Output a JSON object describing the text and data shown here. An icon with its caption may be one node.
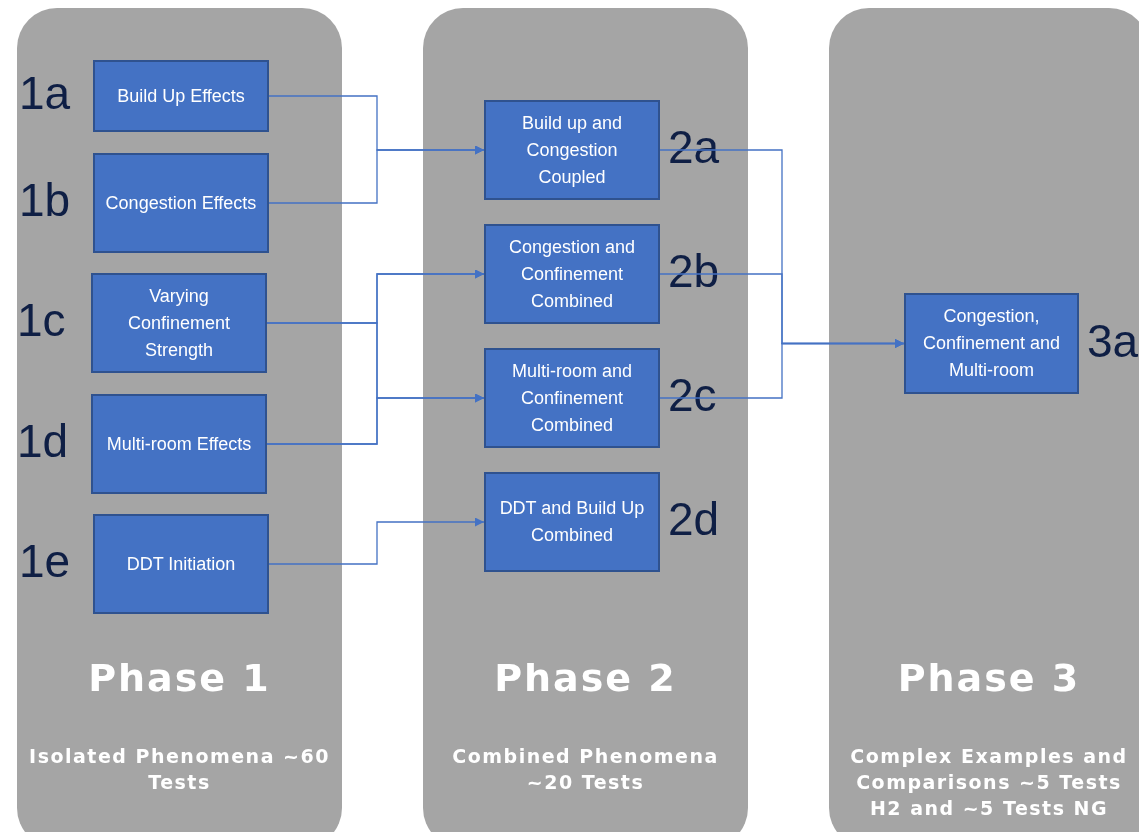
{
  "diagram": {
    "nodes": [
      {
        "text": [
          "Phase 1",
          "Isolated Phenomena ~60 Tests"
        ]
      },
      {
        "text": [
          "Build Up Effects"
        ],
        "in": 0,
        "beside": [
          "1a"
        ]
      },
      {
        "text": [
          "Congestion Effects"
        ],
        "in": 0,
        "beside": [
          "1b"
        ]
      },
      {
        "text": [
          "Varying Confinement Strength"
        ],
        "in": 0,
        "beside": [
          "1c"
        ]
      },
      {
        "text": [
          "Multi-room Effects"
        ],
        "in": 0,
        "beside": [
          "1d"
        ]
      },
      {
        "text": [
          "DDT Initiation"
        ],
        "in": 0,
        "beside": [
          "1e"
        ]
      },
      {
        "text": [
          "Phase 2",
          "Combined Phenomena ~20 Tests"
        ]
      },
      {
        "text": [
          "Build up and Congestion Coupled"
        ],
        "in": 6,
        "beside": [
          "2a"
        ]
      },
      {
        "text": [
          "Congestion and Confinement Combined"
        ],
        "in": 6,
        "beside": [
          "2b"
        ]
      },
      {
        "text": [
          "Multi-room and Confinement Combined"
        ],
        "in": 6,
        "beside": [
          "2c"
        ]
      },
      {
        "text": [
          "DDT and Build Up Combined"
        ],
        "in": 6,
        "beside": [
          "2d"
        ]
      },
      {
        "text": [
          "Phase 3",
          "Complex Examples and Comparisons ~5 Tests H2 and ~5 Tests NG"
        ]
      },
      {
        "text": [
          "Congestion, Confinement and Multi-room"
        ],
        "in": 11,
        "beside": [
          "3a"
        ]
      }
    ],
    "edges": [
      {
        "from": 1,
        "to": 7,
        "arrow": "to"
      },
      {
        "from": 2,
        "to": 7,
        "arrow": "to"
      },
      {
        "from": 3,
        "to": 8,
        "arrow": "to"
      },
      {
        "from": 3,
        "to": 9,
        "arrow": "to"
      },
      {
        "from": 4,
        "to": 8,
        "arrow": "to"
      },
      {
        "from": 4,
        "to": 9,
        "arrow": "to"
      },
      {
        "from": 5,
        "to": 10,
        "arrow": "to"
      },
      {
        "from": 7,
        "to": 12,
        "arrow": "to"
      },
      {
        "from": 8,
        "to": 12,
        "arrow": "to"
      },
      {
        "from": 9,
        "to": 12,
        "arrow": "to"
      }
    ]
  }
}
